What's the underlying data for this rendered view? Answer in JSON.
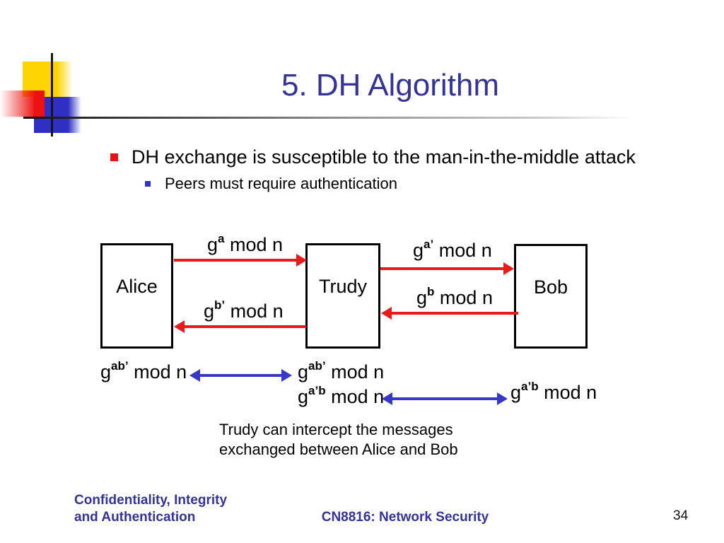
{
  "slide": {
    "title": "5. DH Algorithm",
    "bullets": {
      "main": "DH exchange is susceptible to the man-in-the-middle attack",
      "sub": "Peers must require authentication"
    },
    "diagram": {
      "actors": {
        "left": "Alice",
        "middle": "Trudy",
        "right": "Bob"
      },
      "labels": {
        "ga": {
          "pre": "g",
          "sup": "a",
          "post": " mod n"
        },
        "ga_prime": {
          "pre": "g",
          "sup": "a’",
          "post": " mod n"
        },
        "gb": {
          "pre": "g",
          "sup": "b",
          "post": " mod n"
        },
        "gb_prime": {
          "pre": "g",
          "sup": "b’",
          "post": " mod n"
        },
        "gab_prime_left": {
          "pre": "g",
          "sup": "ab’",
          "post": " mod n"
        },
        "gab_prime_mid": {
          "pre": "g",
          "sup": "ab’",
          "post": " mod n"
        },
        "ga_prime_b_mid": {
          "pre": "g",
          "sup": "a’b",
          "post": " mod n"
        },
        "ga_prime_b_right": {
          "pre": "g",
          "sup": "a’b",
          "post": " mod n"
        }
      },
      "caption_line1": "Trudy can intercept the messages",
      "caption_line2": "exchanged between Alice and Bob"
    },
    "footer": {
      "left_line1": "Confidentiality, Integrity",
      "left_line2": "and Authentication",
      "center": "CN8816: Network Security",
      "page_number": "34"
    },
    "colors": {
      "title_blue": "#333399",
      "arrow_red": "#e81a1a",
      "arrow_blue": "#3838c8",
      "bullet_red": "#ee1111",
      "bullet_blue": "#3333cc",
      "decor_yellow": "#ffd400"
    }
  }
}
